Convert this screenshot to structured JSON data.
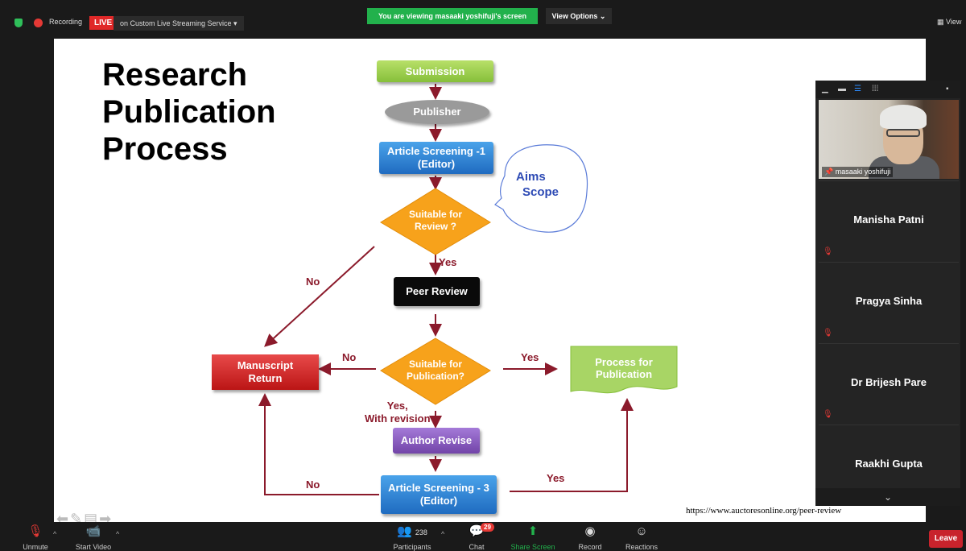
{
  "topbar": {
    "recording_label": "Recording",
    "live_badge": "LIVE",
    "stream_label": "on Custom Live Streaming Service  ▾",
    "viewing_banner": "You are viewing masaaki yoshifuji's screen",
    "view_options": "View Options ⌄",
    "view_label": "View",
    "colors": {
      "recording": "#e53935",
      "live": "#e02828",
      "banner": "#22b14c"
    }
  },
  "slide": {
    "title_lines": [
      "Research",
      "Publication",
      "Process"
    ],
    "nodes": {
      "submission": "Submission",
      "publisher": "Publisher",
      "screening1": [
        "Article Screening -1",
        "(Editor)"
      ],
      "aims_scope": [
        "Aims",
        "Scope"
      ],
      "suitable_review": [
        "Suitable for",
        "Review ?"
      ],
      "peer_review": "Peer Review",
      "manuscript_return": [
        "Manuscript",
        "Return"
      ],
      "suitable_publication": [
        "Suitable for",
        "Publication?"
      ],
      "process_publication": [
        "Process for",
        "Publication"
      ],
      "author_revise": "Author Revise",
      "screening3": [
        "Article Screening - 3",
        "(Editor)"
      ]
    },
    "labels": {
      "yes1": "Yes",
      "no1": "No",
      "no2": "No",
      "yes2": "Yes",
      "yes_revision": [
        "Yes,",
        "With revision"
      ],
      "no3": "No",
      "yes3": "Yes"
    },
    "source_url": "https://www.auctoresonline.org/peer-review",
    "colors": {
      "arrow": "#8b1a2b",
      "aims_text": "#2e4bb5",
      "diamond": "#f7a21b"
    }
  },
  "panel": {
    "video_participant": "masaaki yoshifuji",
    "participants": [
      "Manisha Patni",
      "Pragya Sinha",
      "Dr Brijesh Pare",
      "Raakhi Gupta"
    ]
  },
  "toolbar": {
    "unmute": "Unmute",
    "start_video": "Start Video",
    "participants_count": "238",
    "participants": "Participants",
    "chat_badge": "29",
    "chat": "Chat",
    "share_screen": "Share Screen",
    "record": "Record",
    "reactions": "Reactions",
    "leave": "Leave",
    "icons": [
      "mic-muted-icon",
      "video-off-icon",
      "participants-icon",
      "chat-icon",
      "share-screen-icon",
      "record-icon",
      "reactions-icon"
    ]
  }
}
